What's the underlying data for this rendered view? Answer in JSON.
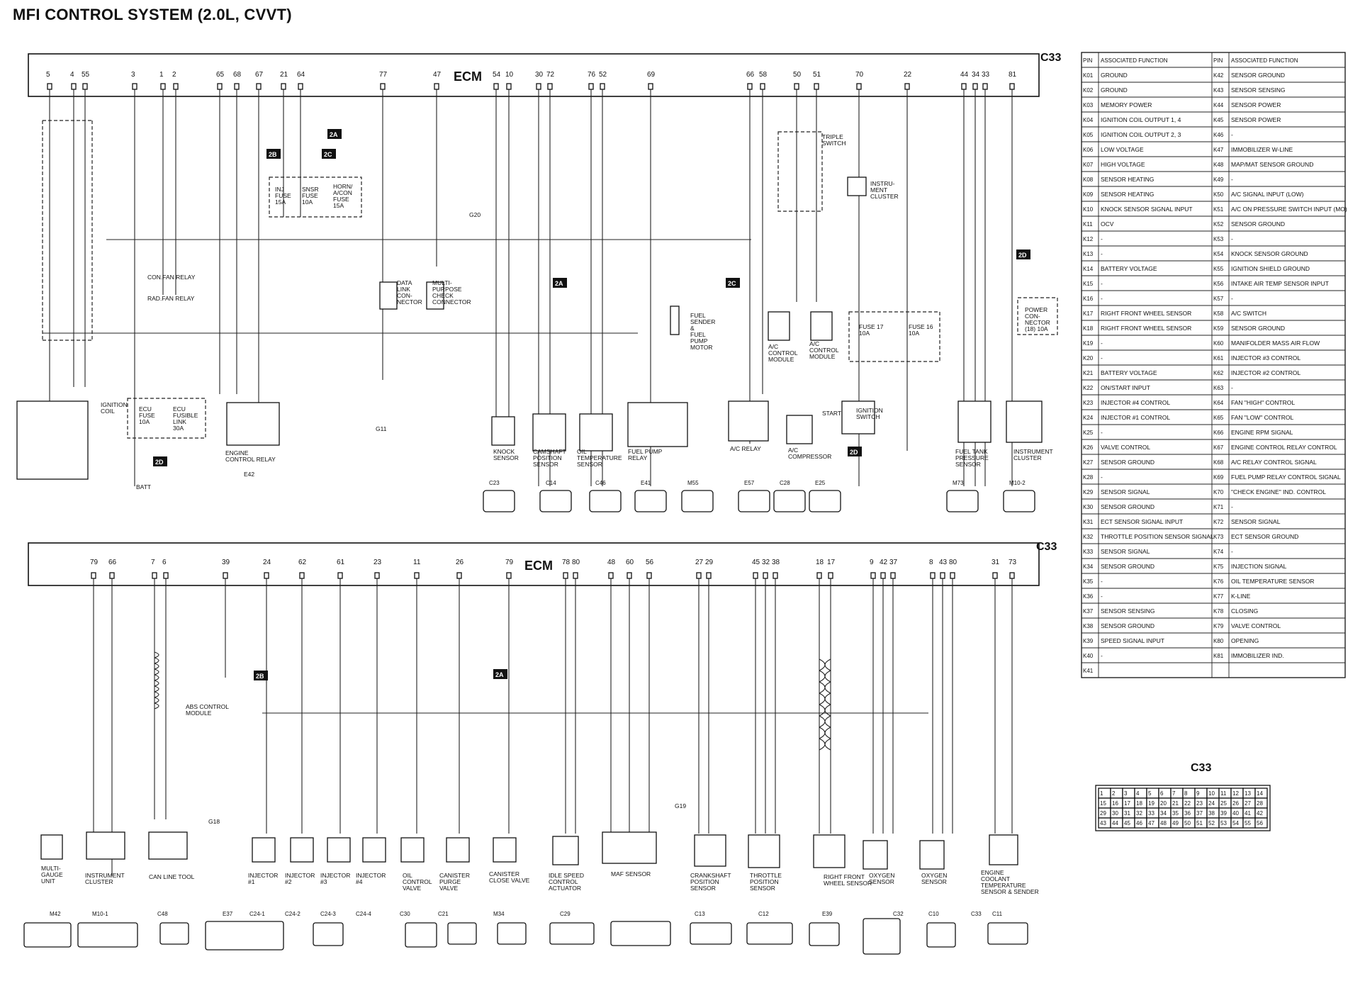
{
  "title": "MFI CONTROL SYSTEM (2.0L, CVVT)",
  "ecm_label": "ECM",
  "c33_label": "C33",
  "top_pins": [
    "5",
    "4",
    "55",
    "3",
    "1",
    "2",
    "65",
    "68",
    "67",
    "21",
    "64",
    "77",
    "47",
    "54",
    "10",
    "30",
    "72",
    "76",
    "52",
    "69",
    "66",
    "58",
    "50",
    "51",
    "70",
    "22",
    "44",
    "34",
    "33",
    "81"
  ],
  "bottom_pins": [
    "79",
    "66",
    "7",
    "6",
    "39",
    "24",
    "62",
    "61",
    "23",
    "11",
    "26",
    "79",
    "78",
    "80",
    "48",
    "60",
    "56",
    "27",
    "29",
    "45",
    "32",
    "38",
    "18",
    "17",
    "9",
    "42",
    "37",
    "8",
    "43",
    "80",
    "31",
    "73"
  ],
  "tags": [
    "2A",
    "2B",
    "2C",
    "2A",
    "2C",
    "2D",
    "2D",
    "2D",
    "2B",
    "2A"
  ],
  "top_components": [
    {
      "id": "ignition-coil",
      "lines": [
        "IGNITION",
        "COIL"
      ]
    },
    {
      "id": "ecu-fuse",
      "lines": [
        "ECU",
        "FUSE",
        "10A"
      ]
    },
    {
      "id": "ecu-fusible-link",
      "lines": [
        "ECU",
        "FUSIBLE",
        "LINK",
        "30A"
      ]
    },
    {
      "id": "engine-control-relay",
      "lines": [
        "ENGINE",
        "CONTROL RELAY"
      ]
    },
    {
      "id": "con-fan-relay",
      "lines": [
        "CON.FAN RELAY"
      ]
    },
    {
      "id": "rad-fan-relay",
      "lines": [
        "RAD.FAN RELAY"
      ]
    },
    {
      "id": "inj-fuse",
      "lines": [
        "INJ",
        "FUSE",
        "15A"
      ]
    },
    {
      "id": "sns-fuse",
      "lines": [
        "SNSR",
        "FUSE",
        "10A"
      ]
    },
    {
      "id": "horn-fuse",
      "lines": [
        "HORN/",
        "A/CON",
        "FUSE",
        "15A"
      ]
    },
    {
      "id": "data-link-connector",
      "lines": [
        "DATA",
        "LINK",
        "CON-",
        "NECTOR"
      ]
    },
    {
      "id": "multi-purpose-check-connector",
      "lines": [
        "MULTI-",
        "PURPOSE",
        "CHECK",
        "CONNECTOR"
      ]
    },
    {
      "id": "knock-sensor",
      "lines": [
        "KNOCK",
        "SENSOR"
      ]
    },
    {
      "id": "camshaft-position-sensor",
      "lines": [
        "CAMSHAFT",
        "POSITION",
        "SENSOR"
      ]
    },
    {
      "id": "oil-temperature-sensor",
      "lines": [
        "OIL",
        "TEMPERATURE",
        "SENSOR"
      ]
    },
    {
      "id": "fuel-pump-relay",
      "lines": [
        "FUEL PUMP",
        "RELAY"
      ]
    },
    {
      "id": "fuel-sender",
      "lines": [
        "FUEL",
        "SENDER",
        "&",
        "FUEL",
        "PUMP",
        "MOTOR"
      ]
    },
    {
      "id": "ac-relay",
      "lines": [
        "A/C RELAY"
      ]
    },
    {
      "id": "ac-control-module",
      "lines": [
        "A/C",
        "CONTROL",
        "MODULE"
      ]
    },
    {
      "id": "ac-control-module-2",
      "lines": [
        "A/C",
        "CONTROL",
        "MODULE"
      ]
    },
    {
      "id": "ac-compressor",
      "lines": [
        "A/C",
        "COMPRESSOR"
      ]
    },
    {
      "id": "triple-switch",
      "lines": [
        "TRIPLE",
        "SWITCH"
      ]
    },
    {
      "id": "instrument-cluster",
      "lines": [
        "INSTRU-",
        "MENT",
        "CLUSTER"
      ]
    },
    {
      "id": "fuse-17",
      "lines": [
        "FUSE 17",
        "10A"
      ]
    },
    {
      "id": "fuse-16",
      "lines": [
        "FUSE 16",
        "10A"
      ]
    },
    {
      "id": "ignition-switch",
      "lines": [
        "IGNITION",
        "SWITCH"
      ]
    },
    {
      "id": "fuel-tank-pressure-sensor",
      "lines": [
        "FUEL TANK",
        "PRESSURE",
        "SENSOR"
      ]
    },
    {
      "id": "instrument-cluster-2",
      "lines": [
        "INSTRUMENT",
        "CLUSTER"
      ]
    },
    {
      "id": "power-connector",
      "lines": [
        "POWER",
        "CON-",
        "NECTOR",
        "(18) 10A"
      ]
    }
  ],
  "bottom_components": [
    {
      "id": "multi-gauge-unit",
      "lines": [
        "MULTI-",
        "GAUGE",
        "UNIT"
      ]
    },
    {
      "id": "instrument-cluster-b",
      "lines": [
        "INSTRUMENT",
        "CLUSTER"
      ]
    },
    {
      "id": "can-line-tool",
      "lines": [
        "CAN LINE TOOL"
      ]
    },
    {
      "id": "abs-control-module",
      "lines": [
        "ABS CONTROL",
        "MODULE"
      ]
    },
    {
      "id": "injector-1",
      "lines": [
        "INJECTOR",
        "#1"
      ]
    },
    {
      "id": "injector-2",
      "lines": [
        "INJECTOR",
        "#2"
      ]
    },
    {
      "id": "injector-3",
      "lines": [
        "INJECTOR",
        "#3"
      ]
    },
    {
      "id": "injector-4",
      "lines": [
        "INJECTOR",
        "#4"
      ]
    },
    {
      "id": "oil-control-valve",
      "lines": [
        "OIL",
        "CONTROL",
        "VALVE"
      ]
    },
    {
      "id": "canister-purge-valve",
      "lines": [
        "CANISTER",
        "PURGE",
        "VALVE"
      ]
    },
    {
      "id": "canister-close-valve",
      "lines": [
        "CANISTER",
        "CLOSE VALVE"
      ]
    },
    {
      "id": "idle-speed-control-actuator",
      "lines": [
        "IDLE SPEED",
        "CONTROL",
        "ACTUATOR"
      ]
    },
    {
      "id": "maf-sensor",
      "lines": [
        "MAF SENSOR"
      ]
    },
    {
      "id": "crankshaft-position-sensor",
      "lines": [
        "CRANKSHAFT",
        "POSITION",
        "SENSOR"
      ]
    },
    {
      "id": "throttle-position-sensor",
      "lines": [
        "THROTTLE",
        "POSITION",
        "SENSOR"
      ]
    },
    {
      "id": "right-front-wheel-sensor",
      "lines": [
        "RIGHT FRONT",
        "WHEEL SENSOR"
      ]
    },
    {
      "id": "oxygen-sensor-1",
      "lines": [
        "OXYGEN",
        "SENSOR"
      ]
    },
    {
      "id": "oxygen-sensor-2",
      "lines": [
        "OXYGEN",
        "SENSOR"
      ]
    },
    {
      "id": "engine-coolant-temp-sensor",
      "lines": [
        "ENGINE",
        "COOLANT",
        "TEMPERATURE",
        "SENSOR & SENDER"
      ]
    }
  ],
  "top_connectors": [
    "C23",
    "C14",
    "C46",
    "E41",
    "M55",
    "E57",
    "C28",
    "E25",
    "M73",
    "M10-2"
  ],
  "bottom_connectors": [
    "M42",
    "M10-1",
    "C48",
    "E37",
    "C24-1",
    "C24-2",
    "C24-3",
    "C24-4",
    "C30",
    "C21",
    "M34",
    "C29",
    "C33",
    "C13",
    "C12",
    "E39",
    "C32",
    "C10",
    "C11"
  ],
  "other_labels": [
    "BATT",
    "G11",
    "G20",
    "G19",
    "G18",
    "E42",
    "START"
  ],
  "pin_table": [
    [
      "K01",
      "GROUND",
      "K42",
      "SENSOR GROUND"
    ],
    [
      "K02",
      "GROUND",
      "K43",
      "SENSOR SENSING"
    ],
    [
      "K03",
      "MEMORY POWER",
      "K44",
      "SENSOR POWER"
    ],
    [
      "K04",
      "IGNITION COIL OUTPUT 1, 4",
      "K45",
      "SENSOR POWER"
    ],
    [
      "K05",
      "IGNITION COIL OUTPUT 2, 3",
      "K46",
      "-"
    ],
    [
      "K06",
      "LOW VOLTAGE",
      "K47",
      "IMMOBILIZER W-LINE"
    ],
    [
      "K07",
      "HIGH VOLTAGE",
      "K48",
      "MAP/MAT SENSOR GROUND"
    ],
    [
      "K08",
      "SENSOR HEATING",
      "K49",
      "-"
    ],
    [
      "K09",
      "SENSOR HEATING",
      "K50",
      "A/C SIGNAL INPUT (LOW)"
    ],
    [
      "K10",
      "KNOCK SENSOR SIGNAL INPUT",
      "K51",
      "A/C ON PRESSURE SWITCH INPUT (MO)"
    ],
    [
      "K11",
      "OCV",
      "K52",
      "SENSOR GROUND"
    ],
    [
      "K12",
      "-",
      "K53",
      "-"
    ],
    [
      "K13",
      "-",
      "K54",
      "KNOCK SENSOR GROUND"
    ],
    [
      "K14",
      "BATTERY VOLTAGE",
      "K55",
      "IGNITION SHIELD GROUND"
    ],
    [
      "K15",
      "-",
      "K56",
      "INTAKE AIR TEMP SENSOR INPUT"
    ],
    [
      "K16",
      "-",
      "K57",
      "-"
    ],
    [
      "K17",
      "RIGHT FRONT WHEEL SENSOR",
      "K58",
      "A/C SWITCH"
    ],
    [
      "K18",
      "RIGHT FRONT WHEEL SENSOR",
      "K59",
      "SENSOR GROUND"
    ],
    [
      "K19",
      "-",
      "K60",
      "MANIFOLDER MASS AIR FLOW"
    ],
    [
      "K20",
      "-",
      "K61",
      "INJECTOR #3 CONTROL"
    ],
    [
      "K21",
      "BATTERY VOLTAGE",
      "K62",
      "INJECTOR #2 CONTROL"
    ],
    [
      "K22",
      "ON/START INPUT",
      "K63",
      "-"
    ],
    [
      "K23",
      "INJECTOR #4 CONTROL",
      "K64",
      "FAN \"HIGH\" CONTROL"
    ],
    [
      "K24",
      "INJECTOR #1 CONTROL",
      "K65",
      "FAN \"LOW\" CONTROL"
    ],
    [
      "K25",
      "-",
      "K66",
      "ENGINE RPM SIGNAL"
    ],
    [
      "K26",
      "VALVE CONTROL",
      "K67",
      "ENGINE CONTROL RELAY CONTROL"
    ],
    [
      "K27",
      "SENSOR GROUND",
      "K68",
      "A/C RELAY CONTROL SIGNAL"
    ],
    [
      "K28",
      "-",
      "K69",
      "FUEL PUMP RELAY CONTROL SIGNAL"
    ],
    [
      "K29",
      "SENSOR SIGNAL",
      "K70",
      "\"CHECK ENGINE\" IND. CONTROL"
    ],
    [
      "K30",
      "SENSOR GROUND",
      "K71",
      "-"
    ],
    [
      "K31",
      "ECT SENSOR SIGNAL INPUT",
      "K72",
      "SENSOR SIGNAL"
    ],
    [
      "K32",
      "THROTTLE POSITION SENSOR SIGNAL",
      "K73",
      "ECT SENSOR GROUND"
    ],
    [
      "K33",
      "SENSOR SIGNAL",
      "K74",
      "-"
    ],
    [
      "K34",
      "SENSOR GROUND",
      "K75",
      "INJECTION SIGNAL"
    ],
    [
      "K35",
      "-",
      "K76",
      "OIL TEMPERATURE SENSOR"
    ],
    [
      "K36",
      "-",
      "K77",
      "K-LINE"
    ],
    [
      "K37",
      "SENSOR SENSING",
      "K78",
      "CLOSING"
    ],
    [
      "K38",
      "SENSOR GROUND",
      "K79",
      "VALVE CONTROL"
    ],
    [
      "K39",
      "SPEED SIGNAL INPUT",
      "K80",
      "OPENING"
    ],
    [
      "K40",
      "-",
      "K81",
      "IMMOBILIZER IND."
    ],
    [
      "K41",
      "",
      null,
      null
    ]
  ],
  "table_headers": [
    "PIN",
    "ASSOCIATED FUNCTION",
    "PIN",
    "ASSOCIATED FUNCTION"
  ],
  "c33_grid_title": "C33",
  "c33_grid_rows": [
    [
      "1",
      "2",
      "3",
      "4",
      "5",
      "6",
      "7",
      "8",
      "9",
      "10",
      "11",
      "12",
      "13",
      "14"
    ],
    [
      "15",
      "16",
      "17",
      "18",
      "19",
      "20",
      "21",
      "22",
      "23",
      "24",
      "25",
      "26",
      "27",
      "28"
    ],
    [
      "29",
      "30",
      "31",
      "32",
      "33",
      "34",
      "35",
      "36",
      "37",
      "38",
      "39",
      "40",
      "41",
      "42"
    ],
    [
      "43",
      "44",
      "45",
      "46",
      "47",
      "48",
      "49",
      "50",
      "51",
      "52",
      "53",
      "54",
      "55",
      "56"
    ]
  ]
}
